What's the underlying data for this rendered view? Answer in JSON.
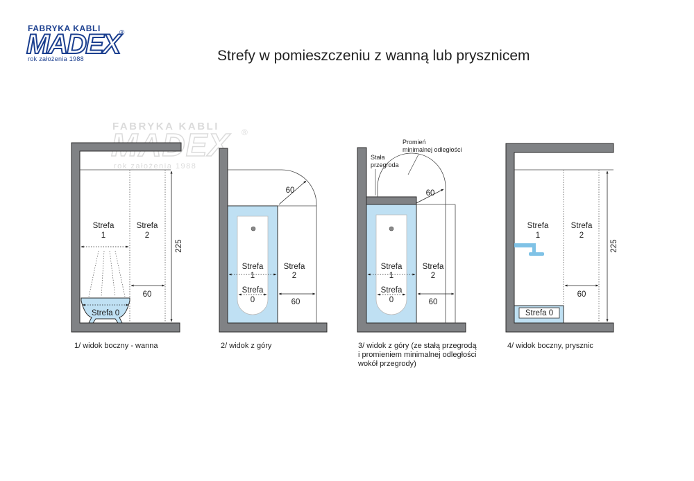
{
  "logo": {
    "top_text": "FABRYKA KABLI",
    "main_text": "MADEX",
    "reg_mark": "®",
    "sub_text": "rok założenia 1988"
  },
  "title": "Strefy w pomieszczeniu z wanną lub prysznicem",
  "colors": {
    "wall": "#808285",
    "wall_stroke": "#2b2b2b",
    "zone0_fill": "#bfe0f3",
    "logo_blue": "#1b3f8f"
  },
  "zone_labels": {
    "strefa": "Strefa",
    "zone1": "1",
    "zone2": "2",
    "zone0": "0",
    "strefa0": "Strefa 0"
  },
  "dimensions": {
    "height": "225",
    "width": "60",
    "radius": "60"
  },
  "annotations": {
    "fixed_partition_line1": "Stała",
    "fixed_partition_line2": "przegroda",
    "radius_line1": "Promień",
    "radius_line2": "minimalnej odległości"
  },
  "captions": {
    "view1": "1/ widok boczny - wanna",
    "view2": "2/ widok z góry",
    "view3_line1": "3/ widok z góry (ze stałą przegrodą",
    "view3_line2": "i promieniem minimalnej odległości",
    "view3_line3": "wokół przegrody)",
    "view4": "4/ widok boczny, prysznic"
  }
}
